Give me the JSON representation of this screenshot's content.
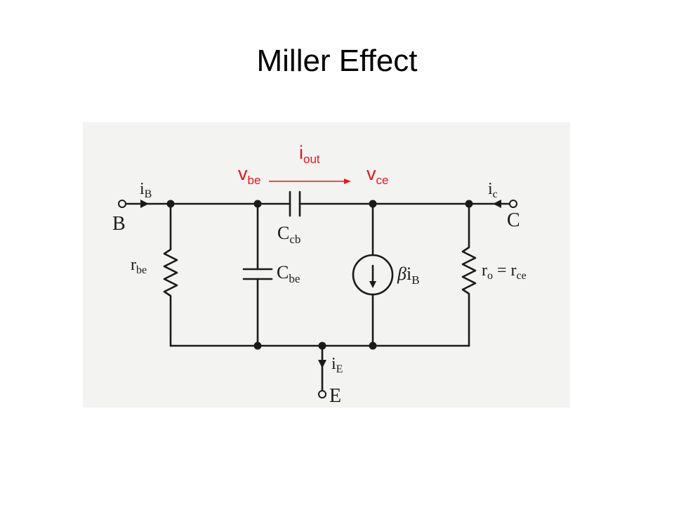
{
  "slide": {
    "title": "Miller Effect"
  },
  "annotations": {
    "vbe": {
      "main": "v",
      "sub": "be"
    },
    "vce": {
      "main": "v",
      "sub": "ce"
    },
    "iout": {
      "main": "i",
      "sub": "out"
    },
    "color": "#e8161b"
  },
  "circuit": {
    "terminal_B": "B",
    "terminal_C": "C",
    "terminal_E": "E",
    "current_iB": {
      "main": "i",
      "sub": "B"
    },
    "current_ic": {
      "main": "i",
      "sub": "c"
    },
    "current_iE": {
      "main": "i",
      "sub": "E"
    },
    "rbe": {
      "main": "r",
      "sub": "be"
    },
    "Ccb": {
      "main": "C",
      "sub": "cb"
    },
    "Cbe": {
      "main": "C",
      "sub": "be"
    },
    "source": {
      "prefix": "β",
      "main": "i",
      "sub": "B"
    },
    "ro": {
      "main": "r",
      "sub": "o",
      "eq": " = ",
      "main2": "r",
      "sub2": "ce"
    }
  }
}
